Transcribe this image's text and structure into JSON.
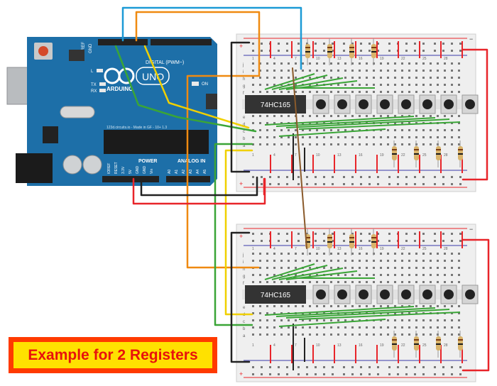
{
  "chip_label": "74HC165",
  "board": {
    "logo_text": "UNO",
    "brand_text": "ARDUINO",
    "digital_label": "DIGITAL (PWM~)",
    "power_label": "POWER",
    "analog_label": "ANALOG IN",
    "on_label": "ON",
    "l_label": "L",
    "tx_label": "TX",
    "rx_label": "RX",
    "aref_label": "AREF",
    "gnd_label": "GND",
    "footer_text": "123d.circuits.io - Made in GF - 10+ 1.3",
    "left_pin_labels": [
      "IOREF",
      "RESET",
      "3.3V",
      "5V",
      "GND",
      "GND",
      "Vin"
    ],
    "analog_pin_labels": [
      "A0",
      "A1",
      "A2",
      "A3",
      "A4",
      "A5"
    ]
  },
  "breadboard": {
    "row_letters_top": [
      "j",
      "i",
      "h",
      "g",
      "f"
    ],
    "row_letters_bottom": [
      "e",
      "d",
      "c",
      "b",
      "a"
    ],
    "column_numbers": [
      "1",
      "4",
      "7",
      "10",
      "13",
      "16",
      "19",
      "22",
      "25",
      "28"
    ],
    "plus_sign": "+",
    "minus_sign": "−"
  },
  "caption": "Example for 2 Registers",
  "colors": {
    "board": "#1d6fa8",
    "wire_red": "#e8252a",
    "wire_black": "#222222",
    "wire_orange": "#ef8a11",
    "wire_blue": "#1c9ad6",
    "wire_yellow": "#f0d000",
    "wire_green": "#3aa537",
    "wire_brown": "#8a5a2b",
    "chip": "#333333",
    "caption_border": "#ff3a00",
    "caption_fill": "#ffe100",
    "caption_text": "#e8120c"
  }
}
